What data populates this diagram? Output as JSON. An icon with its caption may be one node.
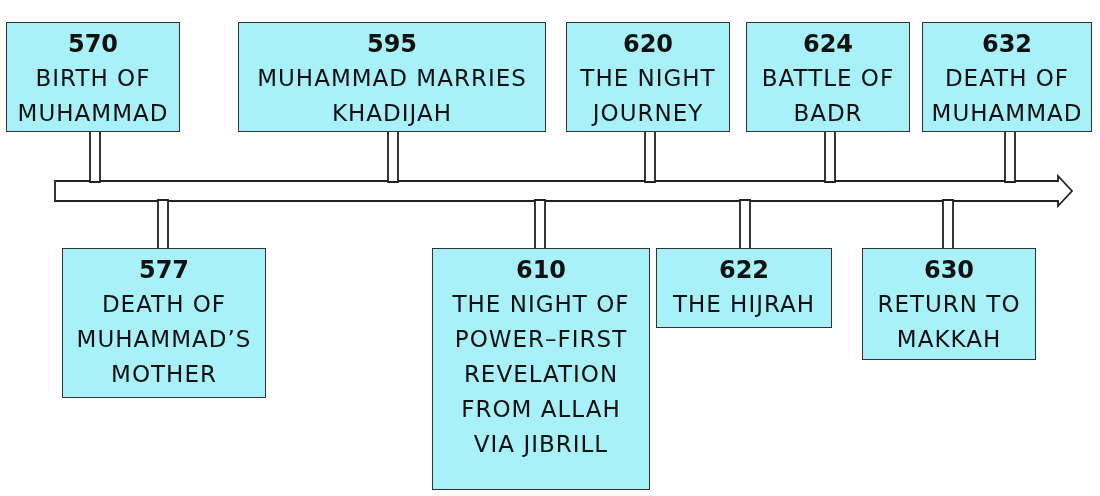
{
  "diagram": {
    "nodes": [
      {
        "text": [
          "570",
          "BIRTH OF MUHAMMAD"
        ]
      },
      {
        "text": [
          "595",
          "MUHAMMAD MARRIES KHADIJAH"
        ]
      },
      {
        "text": [
          "620",
          "THE NIGHT JOURNEY"
        ]
      },
      {
        "text": [
          "624",
          "BATTLE OF BADR"
        ]
      },
      {
        "text": [
          "632",
          "DEATH OF MUHAMMAD"
        ]
      },
      {
        "text": [
          "577",
          "DEATH OF MUHAMMAD’S MOTHER"
        ]
      },
      {
        "text": [
          "610",
          "THE NIGHT OF POWER–FIRST REVELATION FROM ALLAH VIA JIBRILL"
        ]
      },
      {
        "text": [
          "622",
          "THE HIJRAH"
        ]
      },
      {
        "text": [
          "630",
          "RETURN TO MAKKAH"
        ]
      },
      {
        "text": [],
        "shape": "arrow"
      }
    ],
    "edges": [
      {
        "from": 0,
        "to": 9,
        "arrow": "none"
      },
      {
        "from": 1,
        "to": 9,
        "arrow": "none"
      },
      {
        "from": 2,
        "to": 9,
        "arrow": "none"
      },
      {
        "from": 3,
        "to": 9,
        "arrow": "none"
      },
      {
        "from": 4,
        "to": 9,
        "arrow": "none"
      },
      {
        "from": 5,
        "to": 9,
        "arrow": "none"
      },
      {
        "from": 6,
        "to": 9,
        "arrow": "none"
      },
      {
        "from": 7,
        "to": 9,
        "arrow": "none"
      },
      {
        "from": 8,
        "to": 9,
        "arrow": "none"
      }
    ]
  }
}
